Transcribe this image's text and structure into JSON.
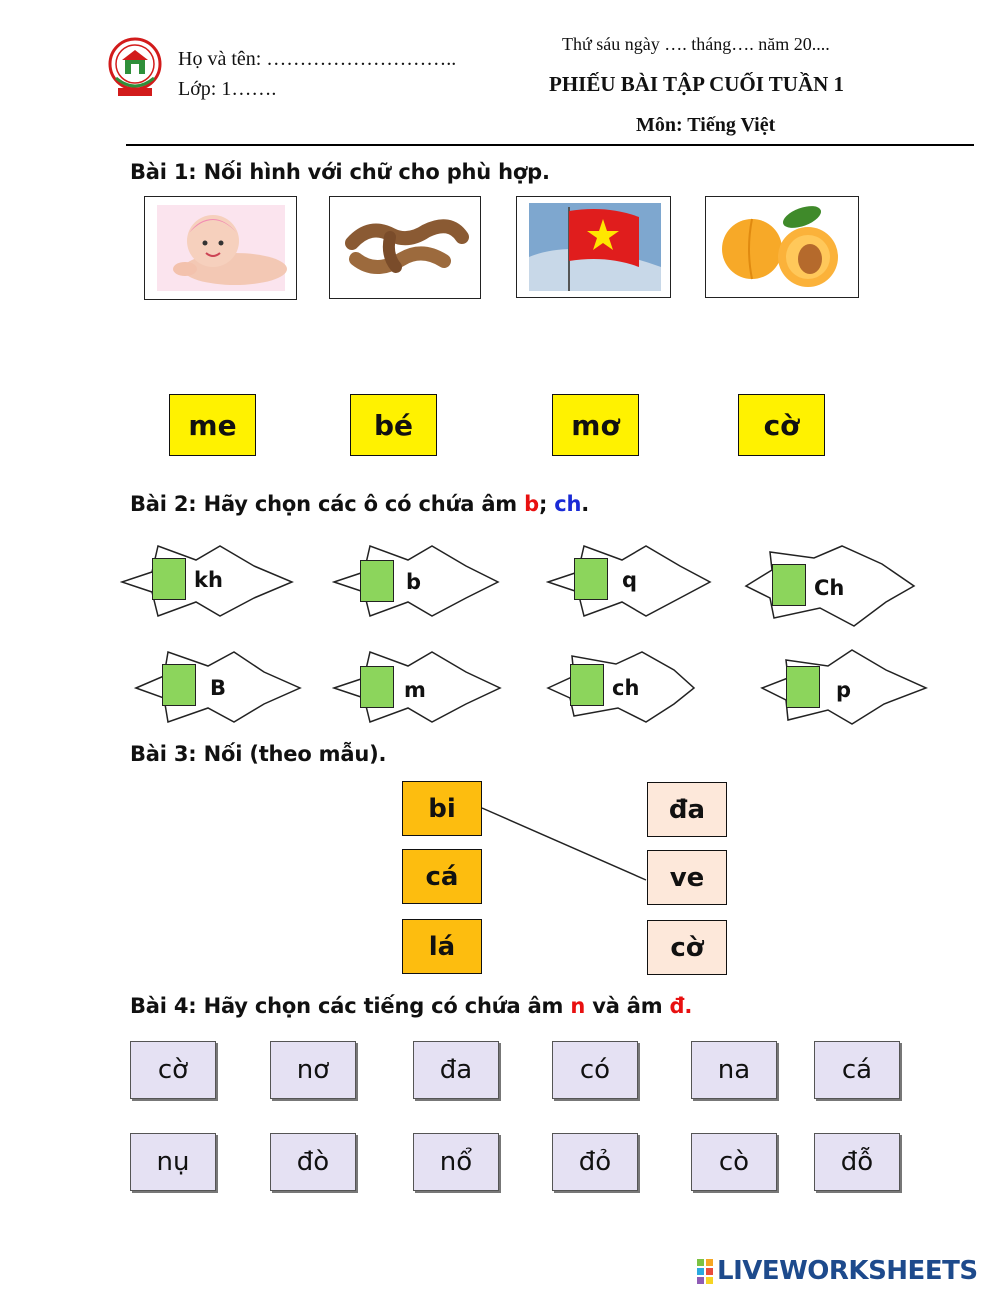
{
  "header": {
    "name_line": "Họ và tên: ………………………..",
    "class_line": "Lớp: 1…….",
    "date_line": "Thứ sáu ngày …. tháng…. năm 20....",
    "title": "PHIẾU BÀI TẬP CUỐI TUẦN 1",
    "subject": "Môn: Tiếng Việt"
  },
  "bai1": {
    "heading": "Bài 1: Nối hình với chữ cho phù hợp.",
    "photos": [
      "baby-photo",
      "tamarind-photo",
      "vietnam-flag-photo",
      "apricot-photo"
    ],
    "words": [
      "me",
      "bé",
      "mơ",
      "cờ"
    ],
    "colors": {
      "word_box": "#fff200"
    }
  },
  "bai2": {
    "heading_prefix": "Bài 2: Hãy chọn các ô có chứa âm ",
    "sound_b": "b",
    "separator": ";",
    "sound_ch": "ch",
    "period": ".",
    "items_row1": [
      "kh",
      "b",
      "q",
      "Ch"
    ],
    "items_row2": [
      "B",
      "m",
      "ch",
      "p"
    ],
    "colors": {
      "check_box": "#8cd55c",
      "sound_b": "#e81010",
      "sound_ch": "#1a2bd6"
    }
  },
  "bai3": {
    "heading": "Bài 3: Nối (theo mẫu).",
    "left": [
      "bi",
      "cá",
      "lá"
    ],
    "right": [
      "đa",
      "ve",
      "cờ"
    ],
    "colors": {
      "left_box": "#fdbd0f",
      "right_box": "#fde8da"
    }
  },
  "bai4": {
    "heading_prefix": "Bài 4: Hãy chọn các tiếng có chứa âm ",
    "sound_n": "n",
    "middle": " và âm ",
    "sound_d": "đ",
    "period": ".",
    "row1": [
      "cờ",
      "nơ",
      "đa",
      "có",
      "na",
      "cá"
    ],
    "row2": [
      "nụ",
      "đò",
      "nổ",
      "đỏ",
      "cò",
      "đỗ"
    ],
    "colors": {
      "syllable_box": "#e5e1f3",
      "highlight": "#e81010"
    }
  },
  "footer": {
    "brand": "LIVEWORKSHEETS",
    "logo_icon": "liveworksheets-logo-icon"
  }
}
